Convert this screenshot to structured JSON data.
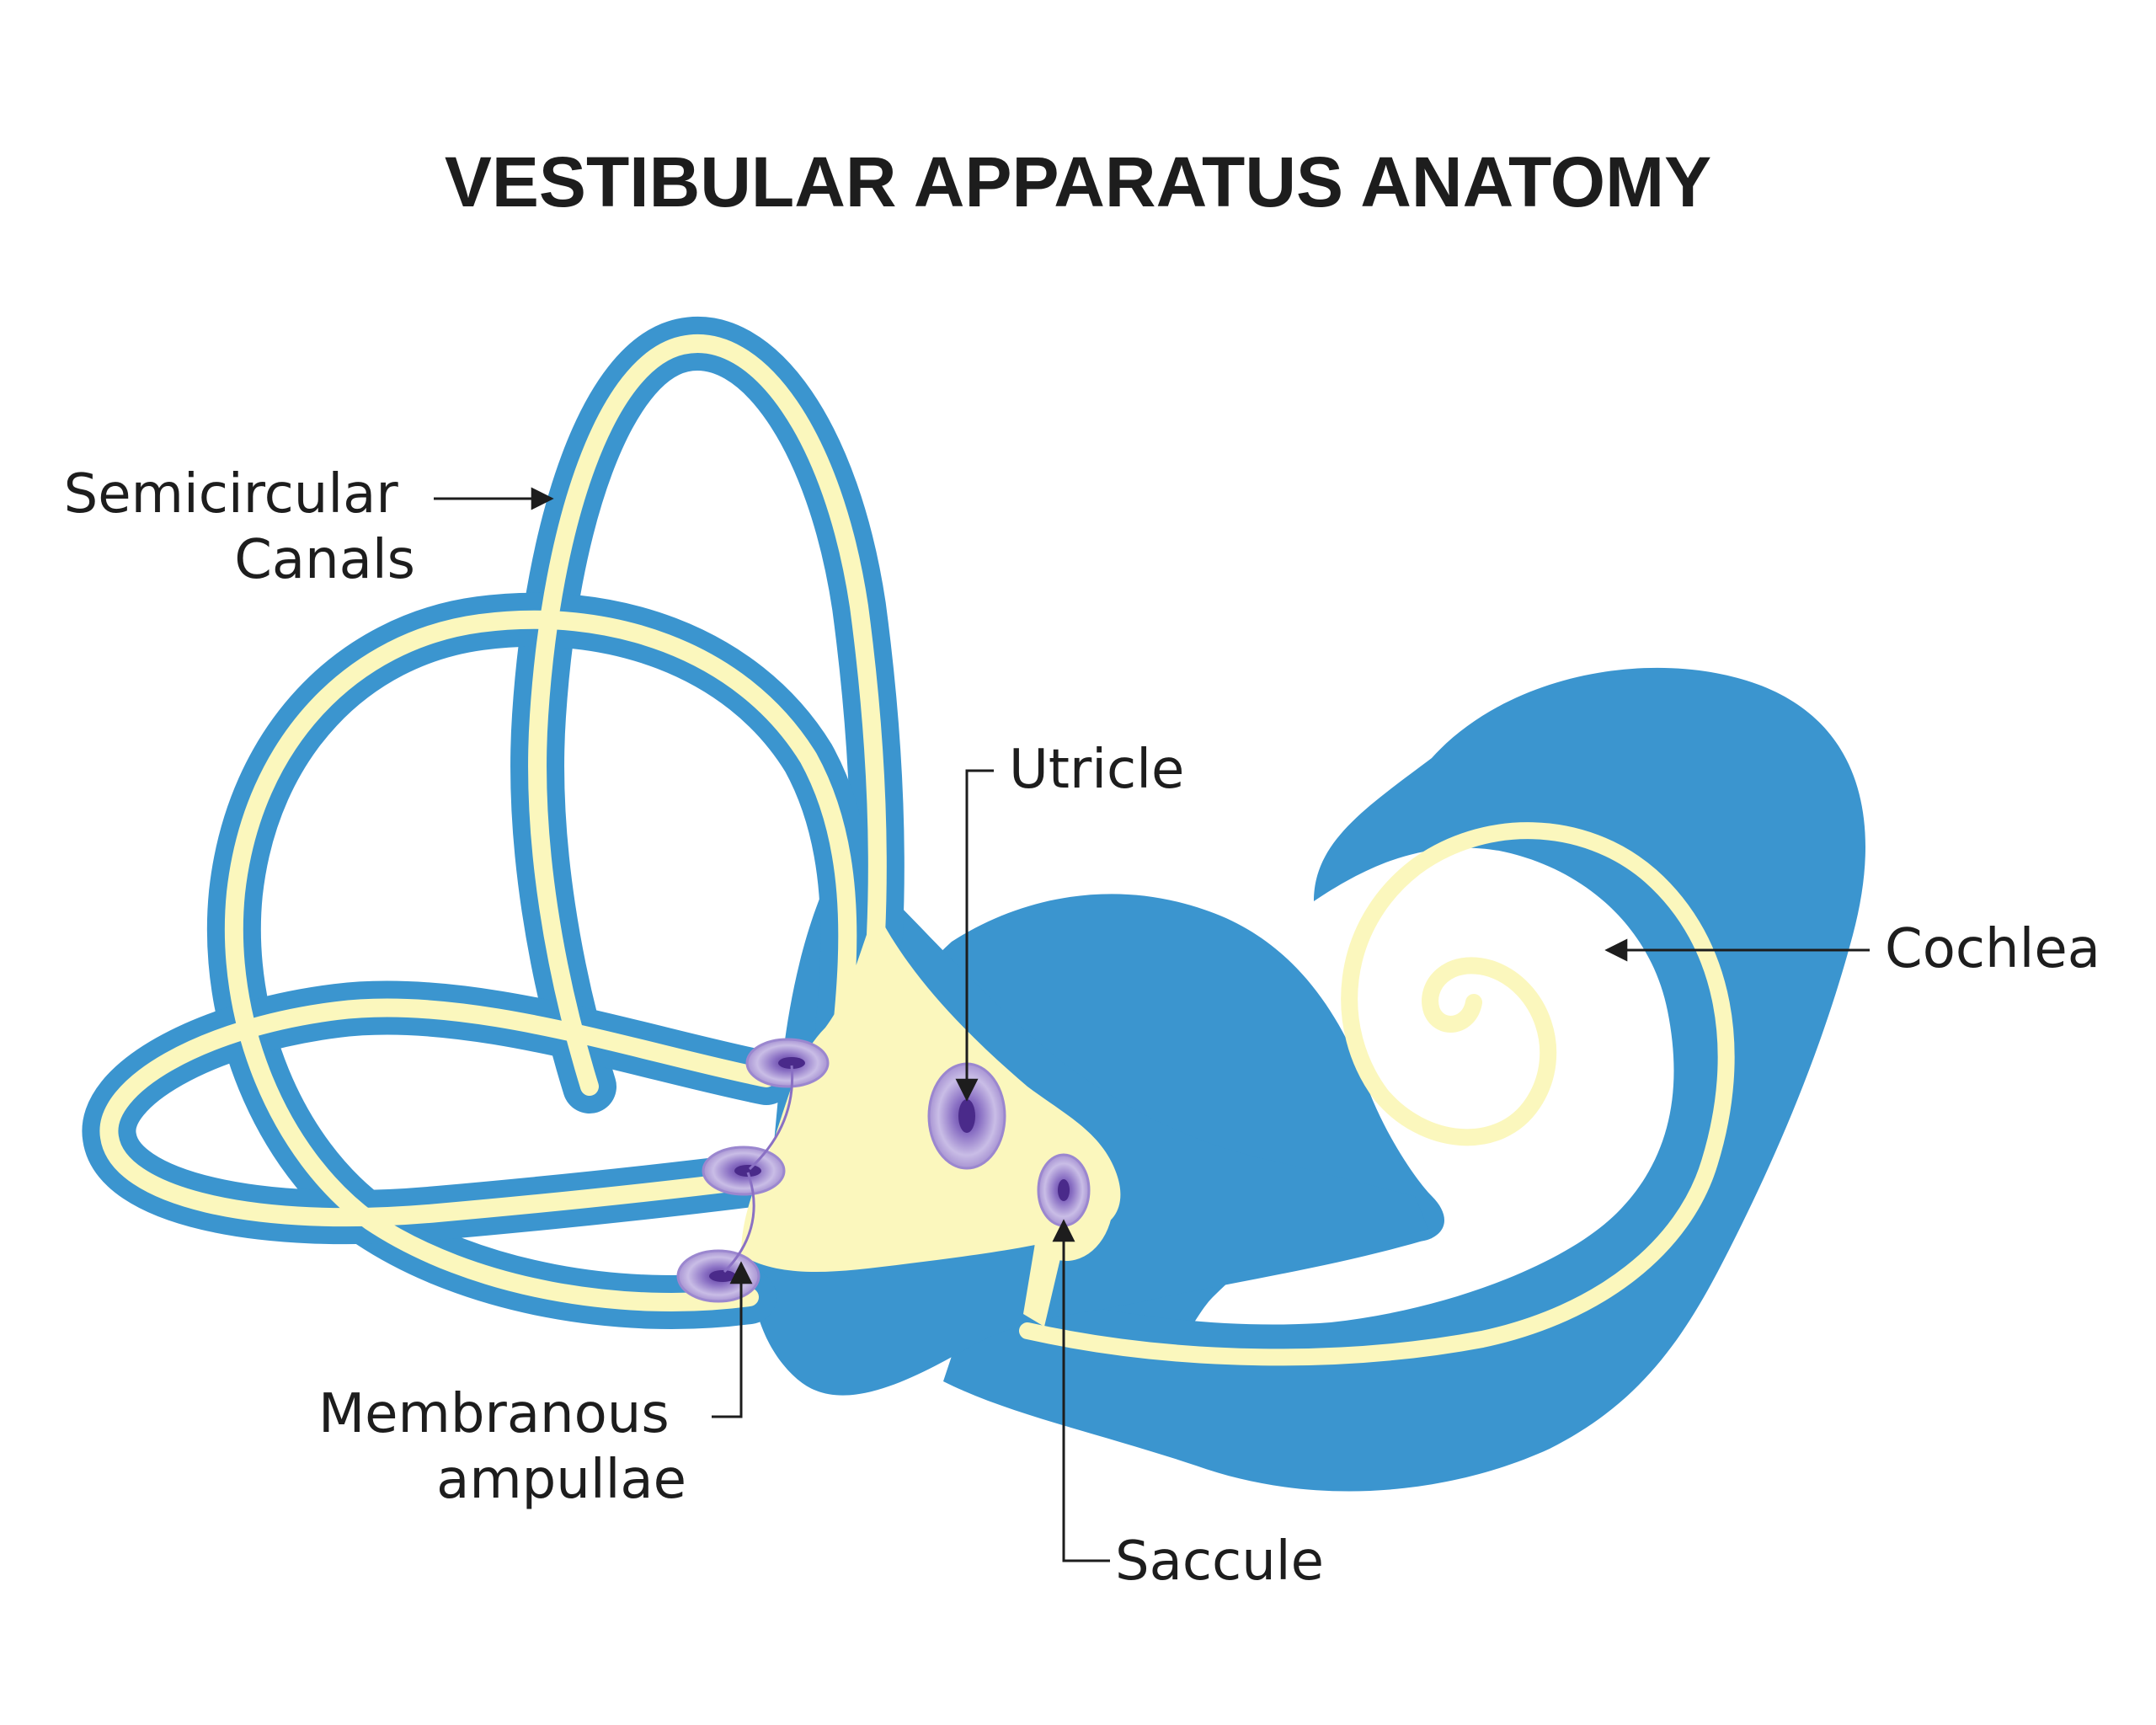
{
  "title": "VESTIBULAR APPARATUS ANATOMY",
  "labels": {
    "semicircular_canals": [
      "Semicircular",
      "Canals"
    ],
    "utricle": "Utricle",
    "cochlea": "Cochlea",
    "membranous_ampullae": [
      "Membranous",
      "ampullae"
    ],
    "saccule": "Saccule"
  },
  "colors": {
    "bony_labyrinth": "#3b95cf",
    "membranous_labyrinth": "#fbf7bd",
    "sensory_organ": "#b8a8dc",
    "sensory_organ_core": "#6a4aa6",
    "text": "#1d1d1d"
  }
}
